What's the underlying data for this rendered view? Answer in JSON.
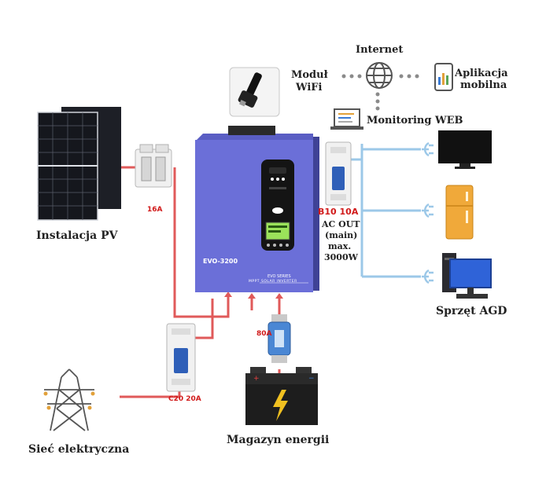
{
  "title": {
    "lines": [],
    "note": ""
  },
  "nodes": {
    "pv": {
      "label": "Instalacja PV",
      "icon": "solar-panel-icon"
    },
    "wifi": {
      "label_line1": "Moduł",
      "label_line2": "WiFi",
      "icon": "wifi-dongle-icon"
    },
    "internet": {
      "label": "Internet",
      "icon": "globe-icon"
    },
    "app": {
      "label_line1": "Aplikacja",
      "label_line2": "mobilna",
      "icon": "smartphone-icon"
    },
    "web": {
      "label": "Monitoring WEB",
      "icon": "laptop-icon"
    },
    "inverter": {
      "model": "EVO-3200",
      "series": "EVO SERIES",
      "subtitle": "MPPT SOLAR INVERTER",
      "icon": "inverter-icon"
    },
    "breaker_ac": {
      "label": "B10 10A",
      "icon": "circuit-breaker-icon"
    },
    "ac_out": {
      "line1": "AC OUT",
      "line2": "(main)",
      "line3": "max.",
      "line4": "3000W"
    },
    "fuse_pv": {
      "label": "16A",
      "icon": "fuse-holder-icon"
    },
    "breaker_grid": {
      "label": "C20 20A",
      "icon": "circuit-breaker-icon"
    },
    "fuse_battery": {
      "label": "80A",
      "icon": "fuse-icon"
    },
    "battery": {
      "label": "Magazyn energii",
      "icon": "battery-icon"
    },
    "grid": {
      "label": "Sieć elektryczna",
      "icon": "power-tower-icon"
    },
    "appliances": {
      "label": "Sprzęt AGD",
      "icons": [
        "tv-icon",
        "fridge-icon",
        "computer-icon"
      ]
    }
  },
  "colors": {
    "dc_line": "#e05a5a",
    "ac_line": "#9cc8e8",
    "inverter_body": "#6b6fd8",
    "breaker_toggle": "#2f5fb8"
  }
}
